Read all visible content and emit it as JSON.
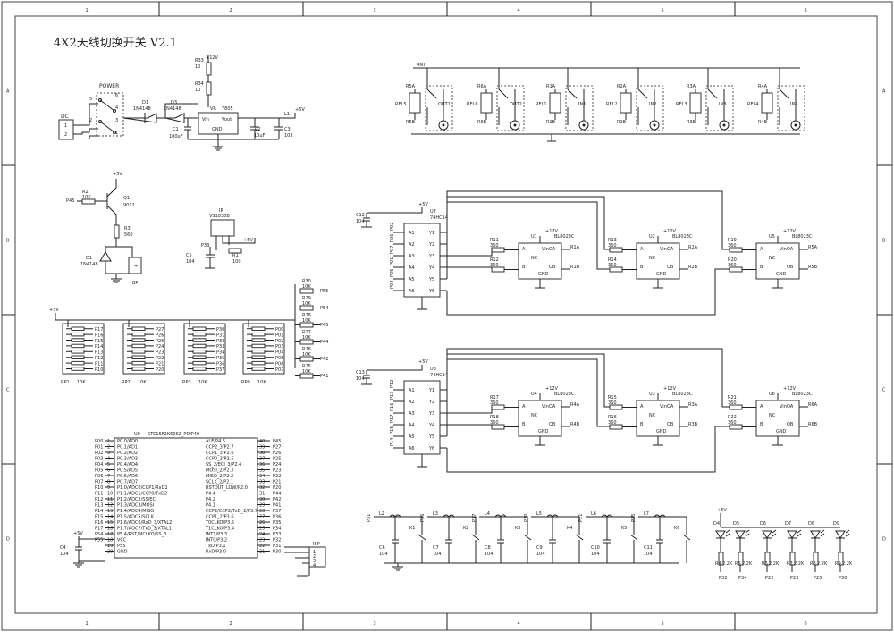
{
  "sheet": {
    "title": "4X2天线切换开关 V2.1",
    "col_labels": [
      "1",
      "2",
      "3",
      "4",
      "5",
      "6"
    ],
    "row_labels": [
      "A",
      "B",
      "C",
      "D"
    ]
  },
  "power": {
    "dc_label": "DC",
    "dc_pins": [
      "1",
      "2"
    ],
    "switch_label": "POWER",
    "switch_pins": [
      "5",
      "6",
      "4",
      "3",
      "2",
      "1"
    ],
    "d1": "D1",
    "d1_val": "1N4148",
    "d3": "D3",
    "d3_val": "1N4148",
    "c1": "C1",
    "c1_val": "100uF",
    "vr": "VR",
    "vr_val": "7805",
    "vr_in": "Vin",
    "vr_out": "Vout",
    "vr_gnd": "GND",
    "c2": "C2",
    "c2_val": "10uF",
    "c3": "C3",
    "c3_val": "103",
    "l1": "L1",
    "r33": "R33",
    "r33_val": "10",
    "r34": "R34",
    "r34_val": "10",
    "p12": "+12V",
    "p5": "+5V"
  },
  "bp": {
    "vcc": "+5V",
    "p45": "P45",
    "r2": "R2",
    "r2_val": "10K",
    "q1": "Q1",
    "q1_val": "9012",
    "r3": "R3",
    "r3_val": "560",
    "d1": "D1",
    "d1_val": "1N4148",
    "bp": "BP"
  },
  "ir": {
    "title": "IR",
    "part": "VS1838B",
    "p33": "P33",
    "c5": "C5",
    "c5_val": "104",
    "r1": "R1",
    "r1_val": "100",
    "vcc": "+5V"
  },
  "rp_vcc": "+5V",
  "rps": [
    {
      "name": "RP1",
      "val": "10K",
      "pins": [
        "P17",
        "P16",
        "P15",
        "P14",
        "P13",
        "P12",
        "P11",
        "P10"
      ]
    },
    {
      "name": "RP2",
      "val": "10K",
      "pins": [
        "P27",
        "P26",
        "P25",
        "P24",
        "P23",
        "P22",
        "P21",
        "P20"
      ]
    },
    {
      "name": "RP3",
      "val": "10K",
      "pins": [
        "P30",
        "P31",
        "P32",
        "P33",
        "P34",
        "P35",
        "P36",
        "P37"
      ]
    },
    {
      "name": "RP0",
      "val": "10K",
      "pins": [
        "P00",
        "P01",
        "P02",
        "P03",
        "P04",
        "P05",
        "P06",
        "P07"
      ]
    }
  ],
  "pullups": [
    {
      "name": "R30",
      "val": "10K",
      "port": "P55"
    },
    {
      "name": "R29",
      "val": "10K",
      "port": "P54"
    },
    {
      "name": "R28",
      "val": "10K",
      "port": "P45"
    },
    {
      "name": "R27",
      "val": "10K",
      "port": "P44"
    },
    {
      "name": "R26",
      "val": "10K",
      "port": "P42"
    },
    {
      "name": "R25",
      "val": "10K",
      "port": "P41"
    }
  ],
  "relays": {
    "ant": "ANT",
    "items": [
      {
        "rel": "REL5",
        "r_a": "R5A",
        "r_b": "R5B",
        "port": "OUT1"
      },
      {
        "rel": "REL6",
        "r_a": "R6A",
        "r_b": "R6B",
        "port": "OUT2"
      },
      {
        "rel": "REL1",
        "r_a": "R1A",
        "r_b": "R1B",
        "port": "IN1"
      },
      {
        "rel": "REL2",
        "r_a": "R2A",
        "r_b": "R2B",
        "port": "IN2"
      },
      {
        "rel": "REL3",
        "r_a": "R3A",
        "r_b": "R3B",
        "port": "IN3"
      },
      {
        "rel": "REL4",
        "r_a": "R4A",
        "r_b": "R4B",
        "port": "IN4"
      }
    ]
  },
  "hc14": [
    {
      "name": "U7",
      "part": "74HC14",
      "cap": "C12",
      "cap_val": "104",
      "vcc": "+5V",
      "inputs": [
        "P02",
        "P06",
        "P07",
        "P01",
        "P05",
        "P04"
      ],
      "pins_l": [
        "A1",
        "A2",
        "A3",
        "A4",
        "A5",
        "A6"
      ],
      "pins_r": [
        "Y1",
        "Y2",
        "Y3",
        "Y4",
        "Y5",
        "Y6"
      ]
    },
    {
      "name": "U8",
      "part": "74HC14",
      "cap": "C13",
      "cap_val": "104",
      "vcc": "+5V",
      "inputs": [
        "P12",
        "P13",
        "P16",
        "P17",
        "P15",
        "P14"
      ],
      "pins_l": [
        "A1",
        "A2",
        "A3",
        "A4",
        "A5",
        "A6"
      ],
      "pins_r": [
        "Y1",
        "Y2",
        "Y3",
        "Y4",
        "Y5",
        "Y6"
      ]
    }
  ],
  "drivers": [
    {
      "u": "U1",
      "part": "BL8023C",
      "ra": "R11",
      "rb": "R12",
      "rv": "360",
      "oa": "R1A",
      "ob": "R1B"
    },
    {
      "u": "U2",
      "part": "BL8023C",
      "ra": "R13",
      "rb": "R14",
      "rv": "360",
      "oa": "R2A",
      "ob": "R2B"
    },
    {
      "u": "U5",
      "part": "BL8023C",
      "ra": "R19",
      "rb": "R20",
      "rv": "360",
      "oa": "R5A",
      "ob": "R5B"
    },
    {
      "u": "U4",
      "part": "BL8023C",
      "ra": "R17",
      "rb": "R18",
      "rv": "360",
      "oa": "R4A",
      "ob": "R4B"
    },
    {
      "u": "U3",
      "part": "BL8023C",
      "ra": "R15",
      "rb": "R16",
      "rv": "360",
      "oa": "R3A",
      "ob": "R3B"
    },
    {
      "u": "U6",
      "part": "BL8023C",
      "ra": "R21",
      "rb": "R22",
      "rv": "360",
      "oa": "R6A",
      "ob": "R6B"
    }
  ],
  "drv_pins": {
    "a": "A",
    "b": "B",
    "nc": "NC",
    "oa": "OA",
    "ob": "OB",
    "vin": "Vin",
    "gnd": "GND",
    "vcc": "+12V"
  },
  "mcu": {
    "ref": "U0",
    "part": "STC15F2K60S2_PDIP40",
    "left_ports": [
      "P00",
      "P01",
      "P02",
      "P03",
      "P04",
      "P05",
      "P06",
      "P07",
      "P10",
      "P11",
      "P12",
      "P13",
      "P14",
      "P15",
      "P16",
      "P17",
      "P54",
      "P55"
    ],
    "left_nums": [
      "1",
      "2",
      "3",
      "4",
      "5",
      "6",
      "7",
      "8",
      "9",
      "10",
      "11",
      "12",
      "13",
      "14",
      "15",
      "16",
      "17",
      "18",
      "19",
      "20"
    ],
    "left_names": [
      "P0.0/AD0",
      "P0.1/AD1",
      "P0.2/AD2",
      "P0.3/AD3",
      "P0.4/AD4",
      "P0.5/AD5",
      "P0.6/AD6",
      "P0.7/AD7",
      "P1.0/ADC0/CCP1/RxD2",
      "P1.1/ADC1/CCP0/TxD2",
      "P1.2/ADC2/SS/ECI",
      "P1.3/ADC3/MOSI",
      "P1.4/ADC4/MISO",
      "P1.5/ADC5/SCLK",
      "P1.6/ADC6/RxD_3/XTAL2",
      "P1.7/ADC7/TxD_3/XTAL1",
      "P5.4/RST/MCLKO/SS_3",
      "VCC",
      "P55",
      "GND"
    ],
    "right_names": [
      "ALE/P4.5",
      "CCP2_3/P2.7",
      "CCP1_3/P2.6",
      "CCP0_3/P2.5",
      "SS_2/ECI_3/P2.4",
      "MOSI_2/P2.3",
      "MISO_2/P2.2",
      "SCLK_2/P2.1",
      "RSTOUT_LOW/P2.0",
      "P4.4",
      "P4.2",
      "P4.1",
      "CCP2/CCP2/TxD_2/P3.7",
      "CCP1_2/P3.6",
      "T0CLKO/P3.5",
      "T1CLKO/P3.4",
      "INT1/P3.3",
      "INT0/P3.2",
      "TxD/P3.1",
      "RxD/P3.0"
    ],
    "right_nums": [
      "40",
      "39",
      "38",
      "37",
      "36",
      "35",
      "34",
      "33",
      "32",
      "31",
      "30",
      "29",
      "28",
      "27",
      "26",
      "25",
      "24",
      "23",
      "22",
      "21"
    ],
    "right_ports": [
      "P45",
      "P27",
      "P26",
      "P25",
      "P24",
      "P23",
      "P22",
      "P21",
      "P20",
      "P44",
      "P42",
      "P41",
      "P37",
      "P36",
      "P35",
      "P34",
      "P33",
      "P32",
      "P31",
      "P30"
    ],
    "c4": "C4",
    "c4_val": "104",
    "vcc": "+5V",
    "prog": "ISP",
    "prog_pins": [
      "1",
      "2",
      "3",
      "4"
    ]
  },
  "buttons": [
    {
      "port": "P31",
      "l": "L2",
      "c": "C6",
      "cv": "104",
      "k": "K1"
    },
    {
      "port": "P36",
      "l": "L3",
      "c": "C7",
      "cv": "104",
      "k": "K2"
    },
    {
      "port": "P37",
      "l": "L4",
      "c": "C8",
      "cv": "104",
      "k": "K3"
    },
    {
      "port": "P20",
      "l": "L5",
      "c": "C9",
      "cv": "104",
      "k": "K4"
    },
    {
      "port": "P21",
      "l": "L6",
      "c": "C10",
      "cv": "104",
      "k": "K5"
    },
    {
      "port": "P35",
      "l": "L7",
      "c": "C11",
      "cv": "104",
      "k": "K6"
    }
  ],
  "leds": {
    "vcc": "+5V",
    "items": [
      {
        "d": "D4",
        "r": "R4",
        "rv": "2.2K",
        "port": "P32"
      },
      {
        "d": "D5",
        "r": "R5",
        "rv": "2.2K",
        "port": "P34"
      },
      {
        "d": "D6",
        "r": "R6",
        "rv": "2.2K",
        "port": "P22"
      },
      {
        "d": "D7",
        "r": "R7",
        "rv": "2.2K",
        "port": "P23"
      },
      {
        "d": "D8",
        "r": "R8",
        "rv": "2.2K",
        "port": "P25"
      },
      {
        "d": "D9",
        "r": "R9",
        "rv": "2.2K",
        "port": "P30"
      }
    ]
  }
}
